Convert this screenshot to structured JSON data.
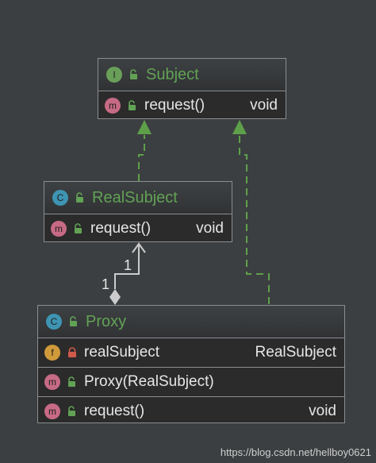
{
  "subject": {
    "kind": "I",
    "name": "Subject",
    "members": [
      {
        "kind": "m",
        "name": "request()",
        "type": "void"
      }
    ]
  },
  "real_subject": {
    "kind": "C",
    "name": "RealSubject",
    "members": [
      {
        "kind": "m",
        "name": "request()",
        "type": "void"
      }
    ]
  },
  "proxy": {
    "kind": "C",
    "name": "Proxy",
    "members": [
      {
        "kind": "f",
        "name": "realSubject",
        "type": "RealSubject"
      },
      {
        "kind": "m",
        "name": "Proxy(RealSubject)",
        "type": ""
      },
      {
        "kind": "m",
        "name": "request()",
        "type": "void"
      }
    ]
  },
  "relation": {
    "label_target": "1",
    "label_source": "1"
  },
  "watermark": "https://blog.csdn.net/hellboy0621",
  "colors": {
    "background": "#3c3f41",
    "title_green": "#62a255",
    "dashed_arrow": "#5ea04a",
    "composition_line": "#cccccc"
  }
}
